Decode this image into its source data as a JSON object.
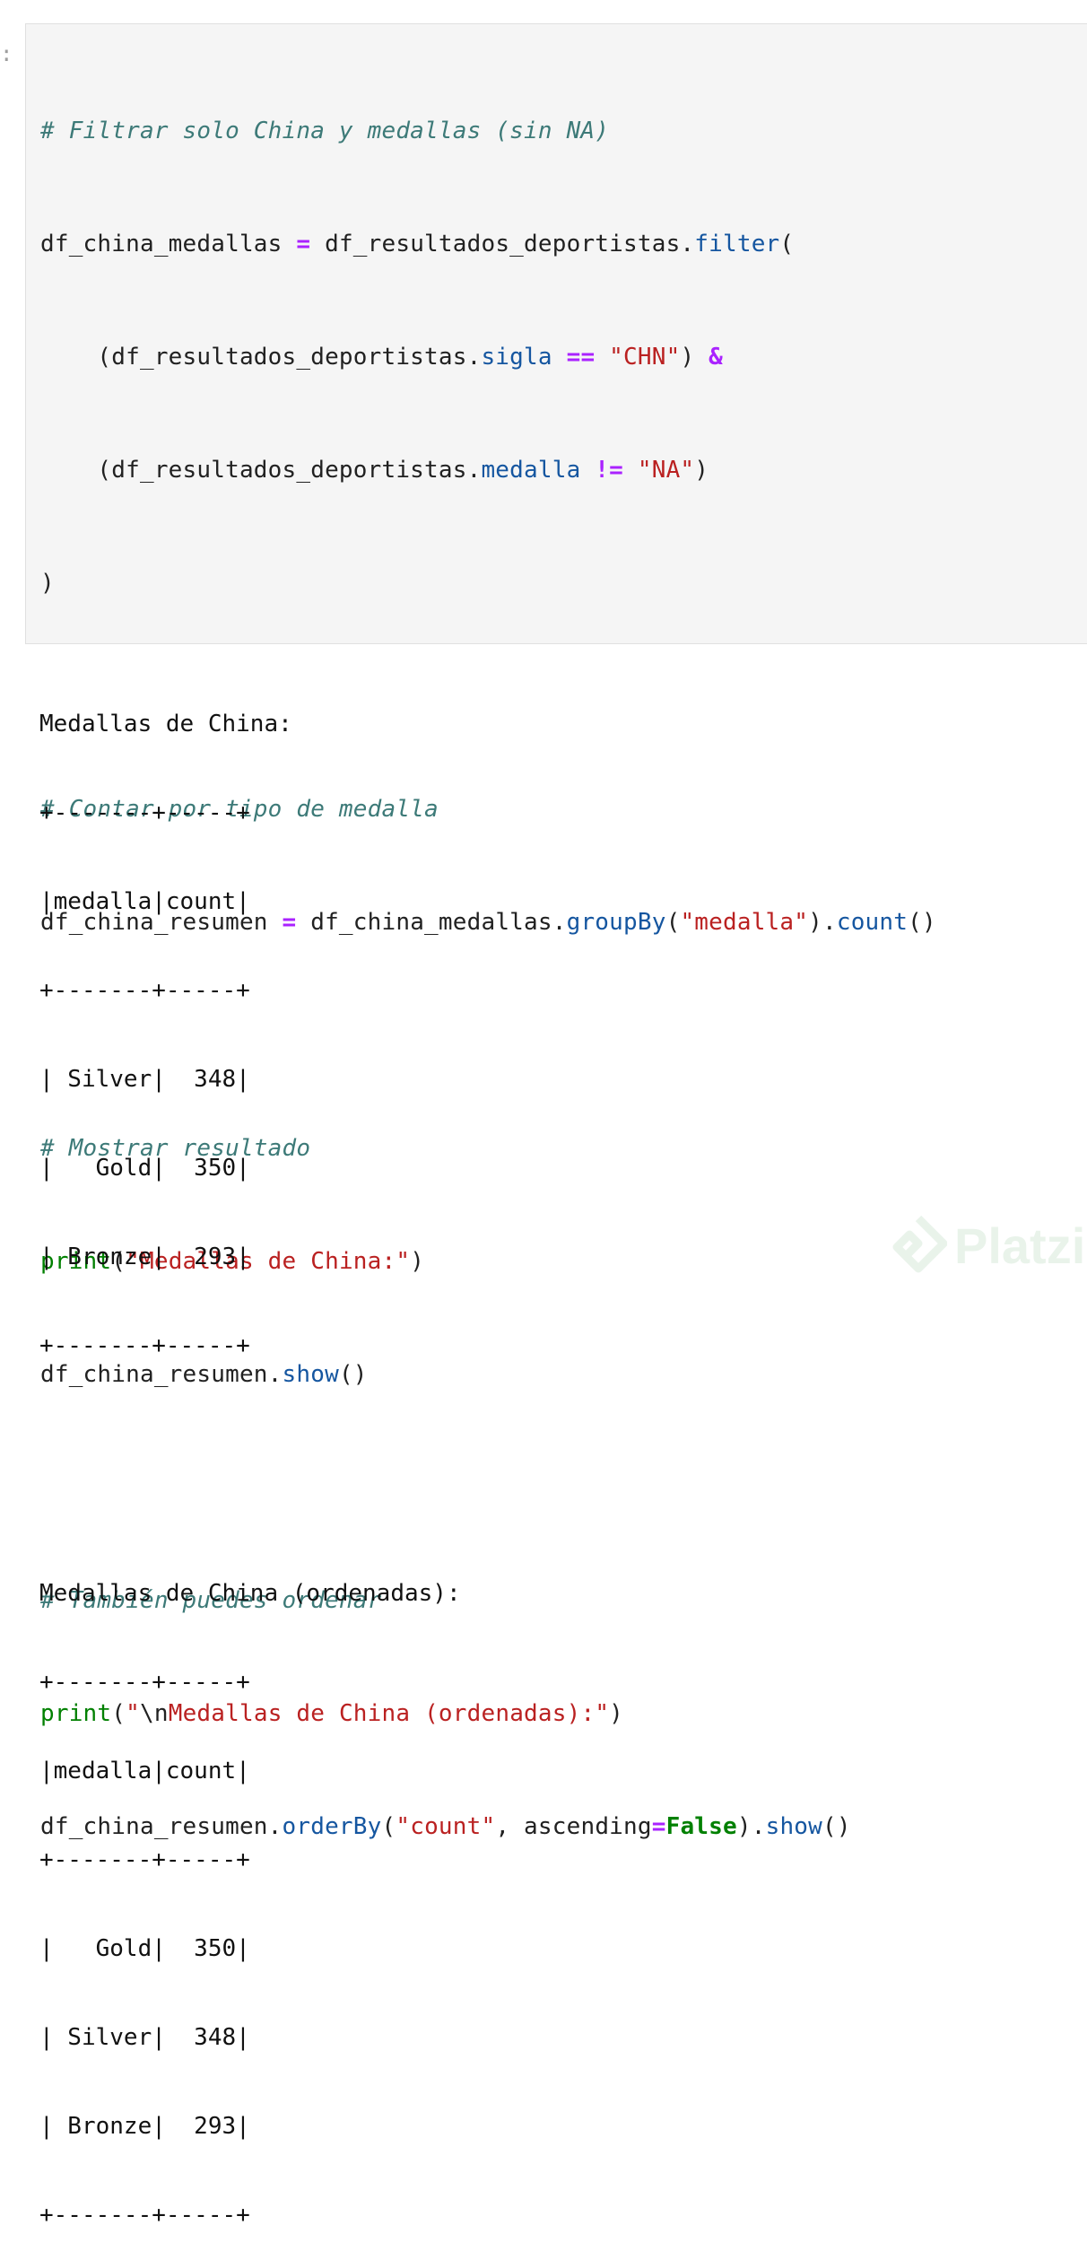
{
  "prompt": ":",
  "code": {
    "comment1": "# Filtrar solo China y medallas (sin NA)",
    "l2_var": "df_china_medallas ",
    "l2_eq": "=",
    "l2_obj": " df_resultados_deportistas.",
    "l2_method": "filter",
    "l2_paren": "(",
    "l3_indent": "    (df_resultados_deportistas.",
    "l3_attr": "sigla",
    "l3_sp": " ",
    "l3_op": "==",
    "l3_sp2": " ",
    "l3_str": "\"CHN\"",
    "l3_close": ") ",
    "l3_amp": "&",
    "l4_indent": "    (df_resultados_deportistas.",
    "l4_attr": "medalla",
    "l4_sp": " ",
    "l4_op": "!=",
    "l4_sp2": " ",
    "l4_str": "\"NA\"",
    "l4_close": ")",
    "l5": ")",
    "comment2": "# Contar por tipo de medalla",
    "l8_var": "df_china_resumen ",
    "l8_eq": "=",
    "l8_obj": " df_china_medallas.",
    "l8_m1": "groupBy",
    "l8_p1": "(",
    "l8_str": "\"medalla\"",
    "l8_p2": ").",
    "l8_m2": "count",
    "l8_p3": "()",
    "comment3": "# Mostrar resultado",
    "l11_fn": "print",
    "l11_p1": "(",
    "l11_str": "\"Medallas de China:\"",
    "l11_p2": ")",
    "l12_obj": "df_china_resumen.",
    "l12_m": "show",
    "l12_p": "()",
    "comment4": "# También puedes ordenar",
    "l15_fn": "print",
    "l15_p1": "(",
    "l15_q": "\"",
    "l15_esc": "\\n",
    "l15_str": "Medallas de China (ordenadas):\"",
    "l15_p2": ")",
    "l16_obj": "df_china_resumen.",
    "l16_m1": "orderBy",
    "l16_p1": "(",
    "l16_str": "\"count\"",
    "l16_mid": ", ascending",
    "l16_eq": "=",
    "l16_kw": "False",
    "l16_p2": ").",
    "l16_m2": "show",
    "l16_p3": "()"
  },
  "output": {
    "title1": "Medallas de China:",
    "table1": [
      "+-------+-----+",
      "|medalla|count|",
      "+-------+-----+",
      "| Silver|  348|",
      "|   Gold|  350|",
      "| Bronze|  293|",
      "+-------+-----+"
    ],
    "title2": "Medallas de China (ordenadas):",
    "table2": [
      "+-------+-----+",
      "|medalla|count|",
      "+-------+-----+",
      "|   Gold|  350|",
      "| Silver|  348|",
      "| Bronze|  293|",
      "+-------+-----+"
    ]
  },
  "watermark": {
    "text": "Platzi",
    "icon": "platzi-logo-icon"
  }
}
